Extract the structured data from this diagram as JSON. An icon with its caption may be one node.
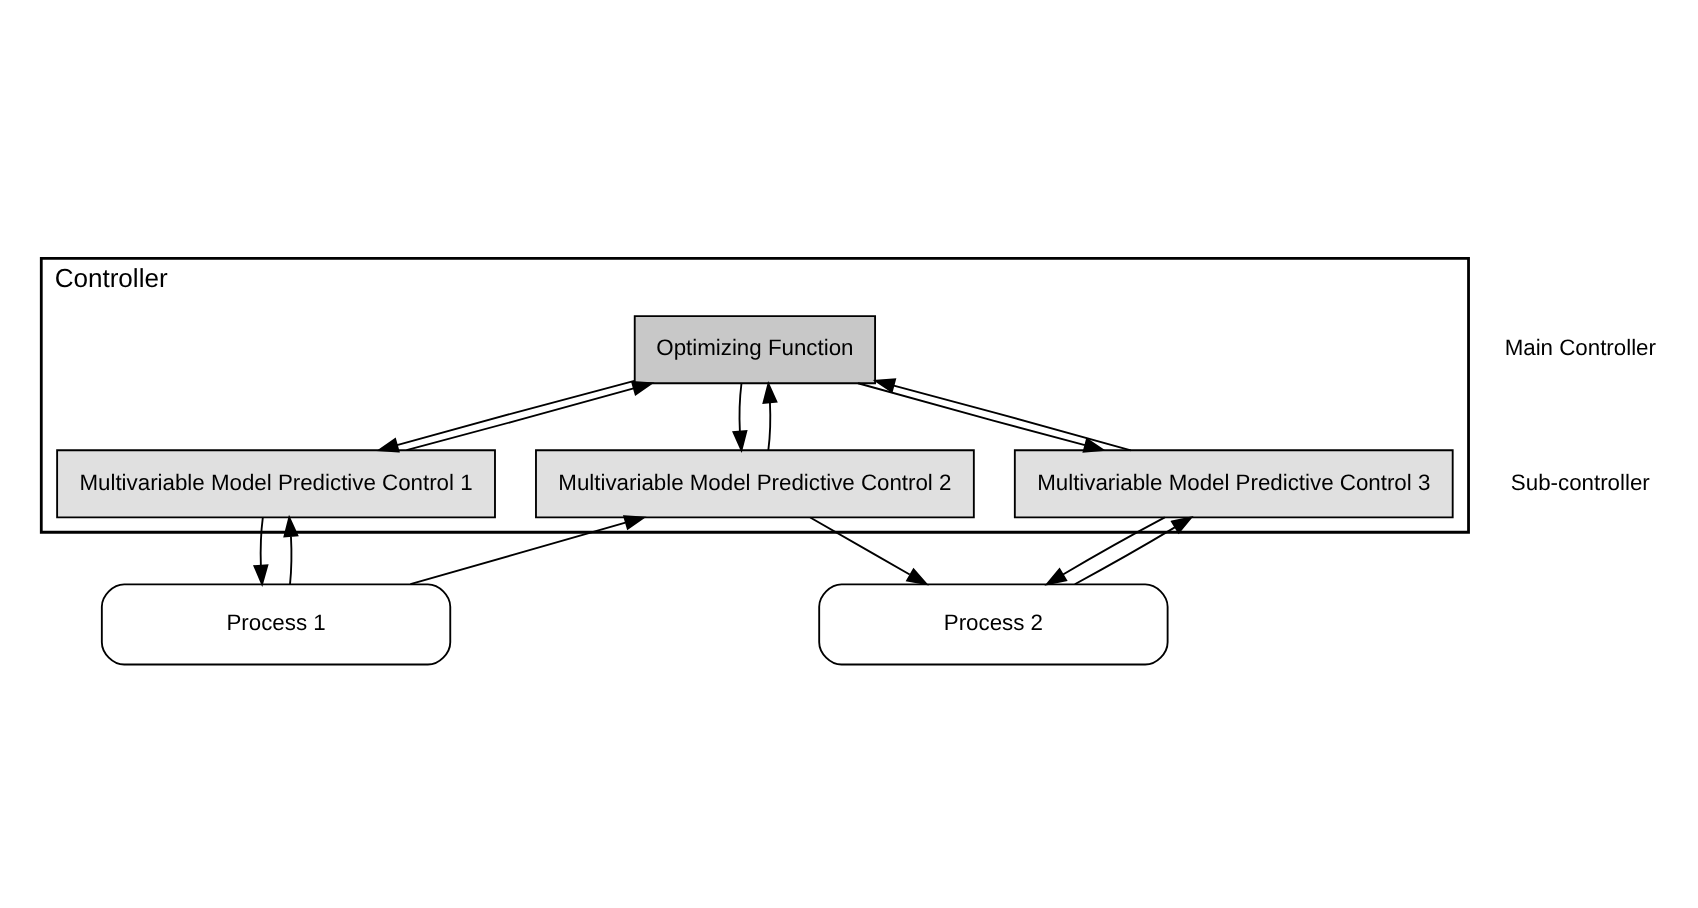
{
  "diagram": {
    "nodes": [
      {
        "text": [
          "Controller"
        ]
      },
      {
        "text": [
          "Optimizing Function"
        ],
        "in": 0
      },
      {
        "text": [
          "Multivariable Model Predictive Control 1"
        ],
        "in": 0
      },
      {
        "text": [
          "Multivariable Model Predictive Control 2"
        ],
        "in": 0
      },
      {
        "text": [
          "Multivariable Model Predictive Control 3"
        ],
        "in": 0
      },
      {
        "text": [
          "Process 1"
        ]
      },
      {
        "text": [
          "Process 2"
        ]
      }
    ],
    "edges": [
      {
        "from": 2,
        "to": 1,
        "arrow": "to"
      },
      {
        "from": 1,
        "to": 2,
        "arrow": "to"
      },
      {
        "from": 3,
        "to": 1,
        "arrow": "to"
      },
      {
        "from": 1,
        "to": 3,
        "arrow": "to"
      },
      {
        "from": 1,
        "to": 4,
        "arrow": "to"
      },
      {
        "from": 4,
        "to": 1,
        "arrow": "to"
      },
      {
        "from": 5,
        "to": 2,
        "arrow": "to"
      },
      {
        "from": 2,
        "to": 5,
        "arrow": "to"
      },
      {
        "from": 5,
        "to": 3,
        "arrow": "to"
      },
      {
        "from": 3,
        "to": 6,
        "arrow": "to"
      },
      {
        "from": 6,
        "to": 4,
        "arrow": "to"
      },
      {
        "from": 4,
        "to": 6,
        "arrow": "to"
      }
    ],
    "labels": [
      "Main Controller",
      "Sub-controller"
    ]
  }
}
